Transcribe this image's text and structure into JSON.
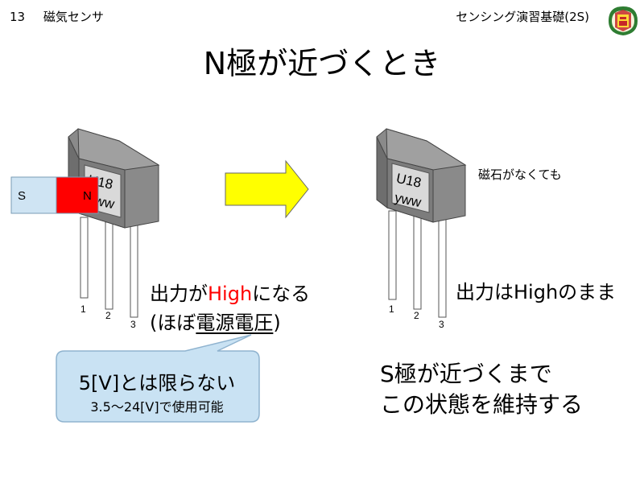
{
  "header": {
    "slide_number": "13",
    "section_title": "磁気センサ",
    "course_title": "センシング演習基礎(2S)"
  },
  "title": "N極が近づくとき",
  "left_sensor": {
    "label_line1": "U18",
    "label_line2": "yww",
    "pins": [
      "1",
      "2",
      "3"
    ],
    "magnet_s": "S",
    "magnet_n": "N"
  },
  "right_sensor": {
    "label_line1": "U18",
    "label_line2": "yww",
    "pins": [
      "1",
      "2",
      "3"
    ],
    "note_no_magnet": "磁石がなくても"
  },
  "left_output": {
    "prefix": "出力が",
    "high": "High",
    "suffix": "になる",
    "line2_open": "(ほぼ",
    "line2_underlined": "電源電圧",
    "line2_close": ")"
  },
  "right_output": "出力はHighのまま",
  "callout": {
    "main": "5[V]とは限らない",
    "sub": "3.5〜24[V]で使用可能"
  },
  "note": {
    "line1": "S極が近づくまで",
    "line2": "この状態を維持する"
  },
  "colors": {
    "magnet_n": "#ff0000",
    "magnet_s": "#cfe4f3",
    "arrow": "#ffff00",
    "callout_fill": "#c9e2f3",
    "highlight_red": "#ff0000"
  }
}
